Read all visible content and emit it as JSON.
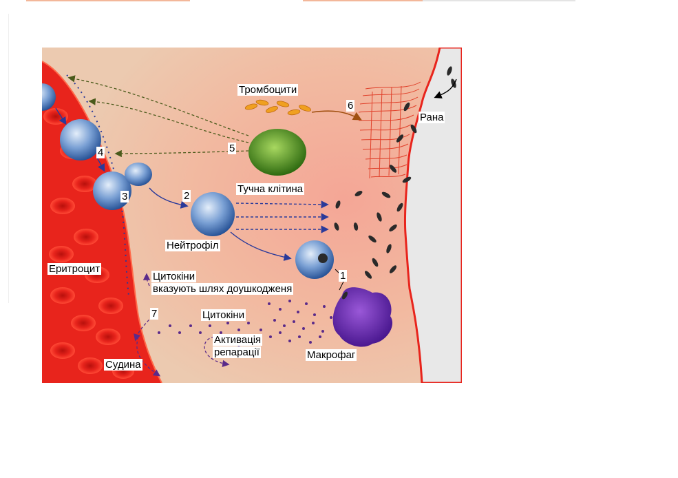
{
  "labels": {
    "platelets": "Тромбоцити",
    "wound": "Рана",
    "mast_cell": "Тучна клітина",
    "neutrophil": "Нейтрофіл",
    "erythrocyte": "Еритроцит",
    "cytokines_path_line1": "Цитокіни",
    "cytokines_path_line2": "вказують шлях доушкодженя",
    "cytokines": "Цитокіни",
    "activation_line1": "Активація",
    "activation_line2": "репарації",
    "macrophage": "Макрофаг",
    "vessel": "Судина"
  },
  "numbers": {
    "n1": "1",
    "n2": "2",
    "n3": "3",
    "n4": "4",
    "n5": "5",
    "n6": "6",
    "n7": "7"
  },
  "colors": {
    "tissue": "#f2c1a8",
    "vessel": "#e8241c",
    "cell_blue": "#3c6db0",
    "macrophage": "#6a2aa8",
    "mast_cell": "#5a9a2a",
    "platelet": "#f0a020",
    "arrow_blue": "#2a3a9a",
    "arrow_green": "#4a5a1a",
    "arrow_brown": "#a05010",
    "debris": "#2a2a2a",
    "wound_bg": "#e8e8e8"
  }
}
